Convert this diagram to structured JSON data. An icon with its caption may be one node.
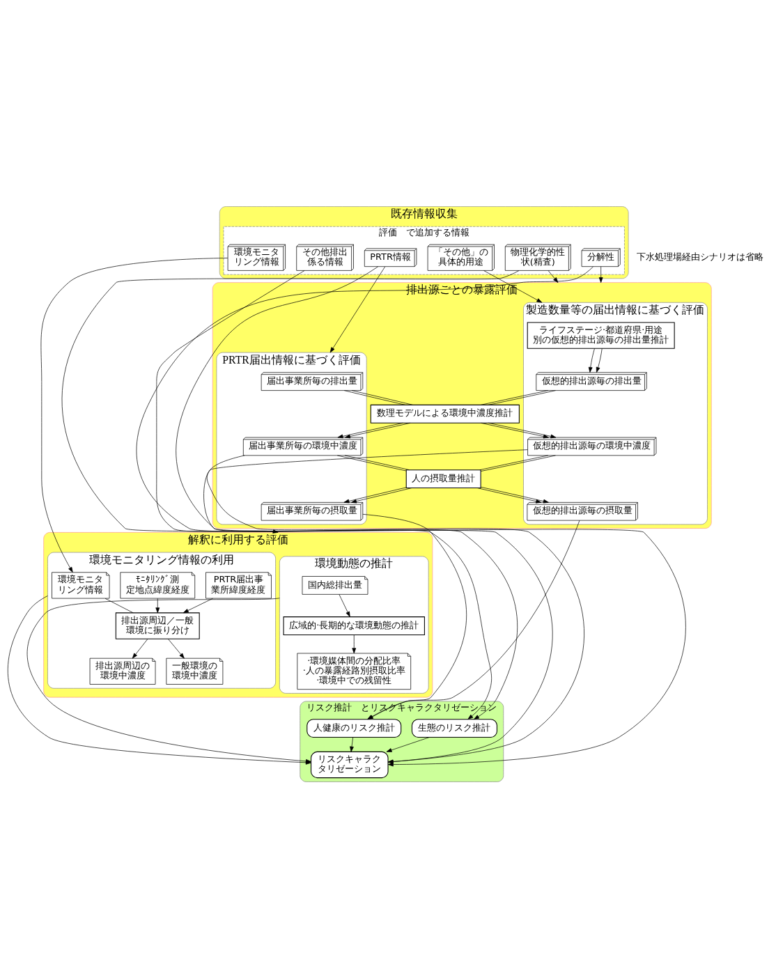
{
  "diagram": {
    "nodes": [
      {
        "text": [
          "既存情報収集"
        ]
      },
      {
        "text": [
          "評価　で追加する情報"
        ],
        "in": 0
      },
      {
        "text": [
          "「その他」の具体的用途"
        ],
        "in": 1
      },
      {
        "text": [
          "物理化学的性状(精査)"
        ],
        "in": 1
      },
      {
        "text": [
          "分解性"
        ],
        "in": 1
      },
      {
        "text": [
          "環境モニタリング情報"
        ],
        "in": 1
      },
      {
        "text": [
          "PRTR情報"
        ],
        "in": 1
      },
      {
        "text": [
          "その他排出係る情報"
        ],
        "in": 1
      },
      {
        "text": [
          "排出源ごとの暴露評価"
        ]
      },
      {
        "text": [
          "製造数量等の届出情報に基づく評価"
        ],
        "in": 8
      },
      {
        "text": [
          "PRTR届出情報に基づく評価"
        ],
        "in": 8
      },
      {
        "text": [
          "ライフステージ·都道府県·用途別の仮想的排出源毎の排出量推計"
        ],
        "in": 9
      },
      {
        "text": [
          "仮想的排出源毎の排出量"
        ],
        "in": 9
      },
      {
        "text": [
          "届出事業所毎の排出量"
        ],
        "in": 10
      },
      {
        "text": [
          "数理モデルによる環境中濃度推計"
        ],
        "in": 8
      },
      {
        "text": [
          "仮想的排出源毎の環境中濃度"
        ],
        "in": 9
      },
      {
        "text": [
          "届出事業所毎の環境中濃度"
        ],
        "in": 10
      },
      {
        "text": [
          "人の摂取量推計"
        ],
        "in": 8
      },
      {
        "text": [
          "仮想的排出源毎の摂取量"
        ],
        "in": 9
      },
      {
        "text": [
          "届出事業所毎の摂取量"
        ],
        "in": 10
      },
      {
        "text": [
          "解釈に利用する評価"
        ]
      },
      {
        "text": [
          "環境動態の推計"
        ],
        "in": 20
      },
      {
        "text": [
          "環境モニタリング情報の利用"
        ],
        "in": 20
      },
      {
        "text": [
          "国内総排出量"
        ],
        "in": 21
      },
      {
        "text": [
          "広域的·長期的な環境動態の推計"
        ],
        "in": 21
      },
      {
        "text": [
          "·環境媒体間の分配比率",
          "·人の暴露経路別摂取比率",
          "·環境中での残留性"
        ],
        "in": 21
      },
      {
        "text": [
          "環境モニタリング情報"
        ],
        "in": 22
      },
      {
        "text": [
          "ﾓﾆﾀﾘﾝｸﾞ測定地点緯度経度"
        ],
        "in": 22
      },
      {
        "text": [
          "PRTR届出事業所緯度経度"
        ],
        "in": 22
      },
      {
        "text": [
          "排出源周辺／一般環境に振り分け"
        ],
        "in": 22
      },
      {
        "text": [
          "排出源周辺の環境中濃度"
        ],
        "in": 22
      },
      {
        "text": [
          "一般環境の環境中濃度"
        ],
        "in": 22
      },
      {
        "text": [
          "リスク推計　とリスクキャラクタリゼーション"
        ]
      },
      {
        "text": [
          "人健康のリスク推計"
        ],
        "in": 32
      },
      {
        "text": [
          "生態のリスク推計"
        ],
        "in": 32
      },
      {
        "text": [
          "リスクキャラクタリゼーション"
        ],
        "in": 32
      }
    ],
    "edges": [
      {
        "from": 2,
        "to": 9,
        "arrow": "to"
      },
      {
        "from": 3,
        "to": 8,
        "arrow": "to"
      },
      {
        "from": 4,
        "to": 8,
        "arrow": "to"
      },
      {
        "from": 6,
        "to": 10,
        "arrow": "to"
      },
      {
        "from": 3,
        "to": 35,
        "arrow": "to"
      },
      {
        "from": 4,
        "to": 35,
        "arrow": "to"
      },
      {
        "from": 6,
        "to": 35,
        "arrow": "to"
      },
      {
        "from": 7,
        "to": 20,
        "arrow": "to"
      },
      {
        "from": 5,
        "to": 26,
        "arrow": "to"
      },
      {
        "from": 11,
        "to": 12,
        "arrow": "to"
      },
      {
        "from": 11,
        "to": 12,
        "arrow": "to"
      },
      {
        "from": 12,
        "to": 14,
        "arrow": "none"
      },
      {
        "from": 12,
        "to": 14,
        "arrow": "none"
      },
      {
        "from": 13,
        "to": 14,
        "arrow": "none"
      },
      {
        "from": 13,
        "to": 14,
        "arrow": "none"
      },
      {
        "from": 14,
        "to": 15,
        "arrow": "to"
      },
      {
        "from": 14,
        "to": 15,
        "arrow": "to"
      },
      {
        "from": 14,
        "to": 16,
        "arrow": "to"
      },
      {
        "from": 14,
        "to": 16,
        "arrow": "to"
      },
      {
        "from": 15,
        "to": 17,
        "arrow": "none"
      },
      {
        "from": 15,
        "to": 17,
        "arrow": "none"
      },
      {
        "from": 16,
        "to": 17,
        "arrow": "none"
      },
      {
        "from": 16,
        "to": 17,
        "arrow": "none"
      },
      {
        "from": 17,
        "to": 18,
        "arrow": "to"
      },
      {
        "from": 17,
        "to": 18,
        "arrow": "to"
      },
      {
        "from": 17,
        "to": 19,
        "arrow": "to"
      },
      {
        "from": 17,
        "to": 19,
        "arrow": "to"
      },
      {
        "from": 15,
        "to": 34,
        "arrow": "to"
      },
      {
        "from": 16,
        "to": 34,
        "arrow": "to"
      },
      {
        "from": 18,
        "to": 33,
        "arrow": "to"
      },
      {
        "from": 19,
        "to": 33,
        "arrow": "to"
      },
      {
        "from": 23,
        "to": 24,
        "arrow": "to"
      },
      {
        "from": 24,
        "to": 25,
        "arrow": "to"
      },
      {
        "from": 26,
        "to": 29,
        "arrow": "none"
      },
      {
        "from": 27,
        "to": 29,
        "arrow": "to"
      },
      {
        "from": 28,
        "to": 29,
        "arrow": "to"
      },
      {
        "from": 29,
        "to": 30,
        "arrow": "to"
      },
      {
        "from": 29,
        "to": 31,
        "arrow": "to"
      },
      {
        "from": 21,
        "to": 35,
        "arrow": "to"
      },
      {
        "from": 22,
        "to": 35,
        "arrow": "to"
      },
      {
        "from": 33,
        "to": 35,
        "arrow": "to"
      },
      {
        "from": 34,
        "to": 35,
        "arrow": "to"
      }
    ],
    "labels": [
      "下水処理場経由シナリオは省略"
    ]
  }
}
